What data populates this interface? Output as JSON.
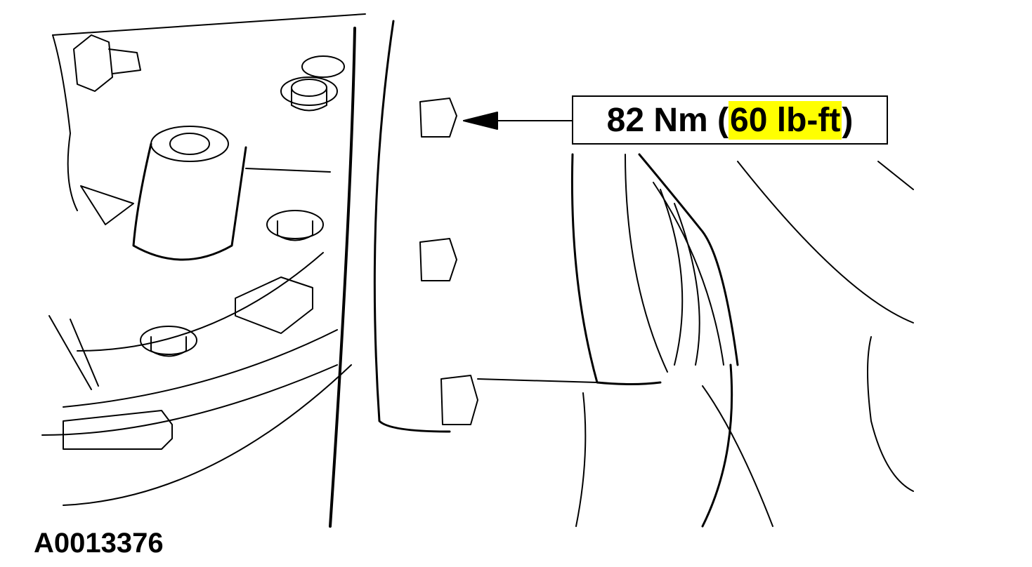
{
  "diagram": {
    "callout": {
      "torque_metric": "82 Nm",
      "open_paren": "(",
      "torque_imperial": "60 lb-ft",
      "close_paren": ")",
      "highlight_color": "#ffff00"
    },
    "figure_id": "A0013376"
  }
}
